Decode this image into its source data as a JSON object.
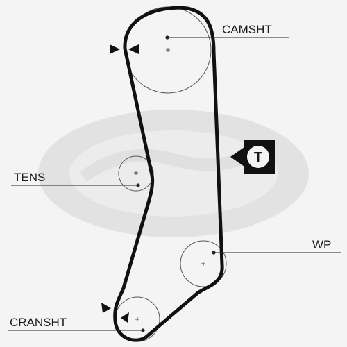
{
  "labels": {
    "camshaft": "CAMSHT",
    "tensioner": "TENS",
    "water_pump": "WP",
    "crankshaft": "CRANSHT",
    "tension_symbol": "T"
  },
  "colors": {
    "background": "#f4f4f4",
    "belt": "#111111",
    "watermark": "#dcdcdc",
    "line": "#222222"
  }
}
